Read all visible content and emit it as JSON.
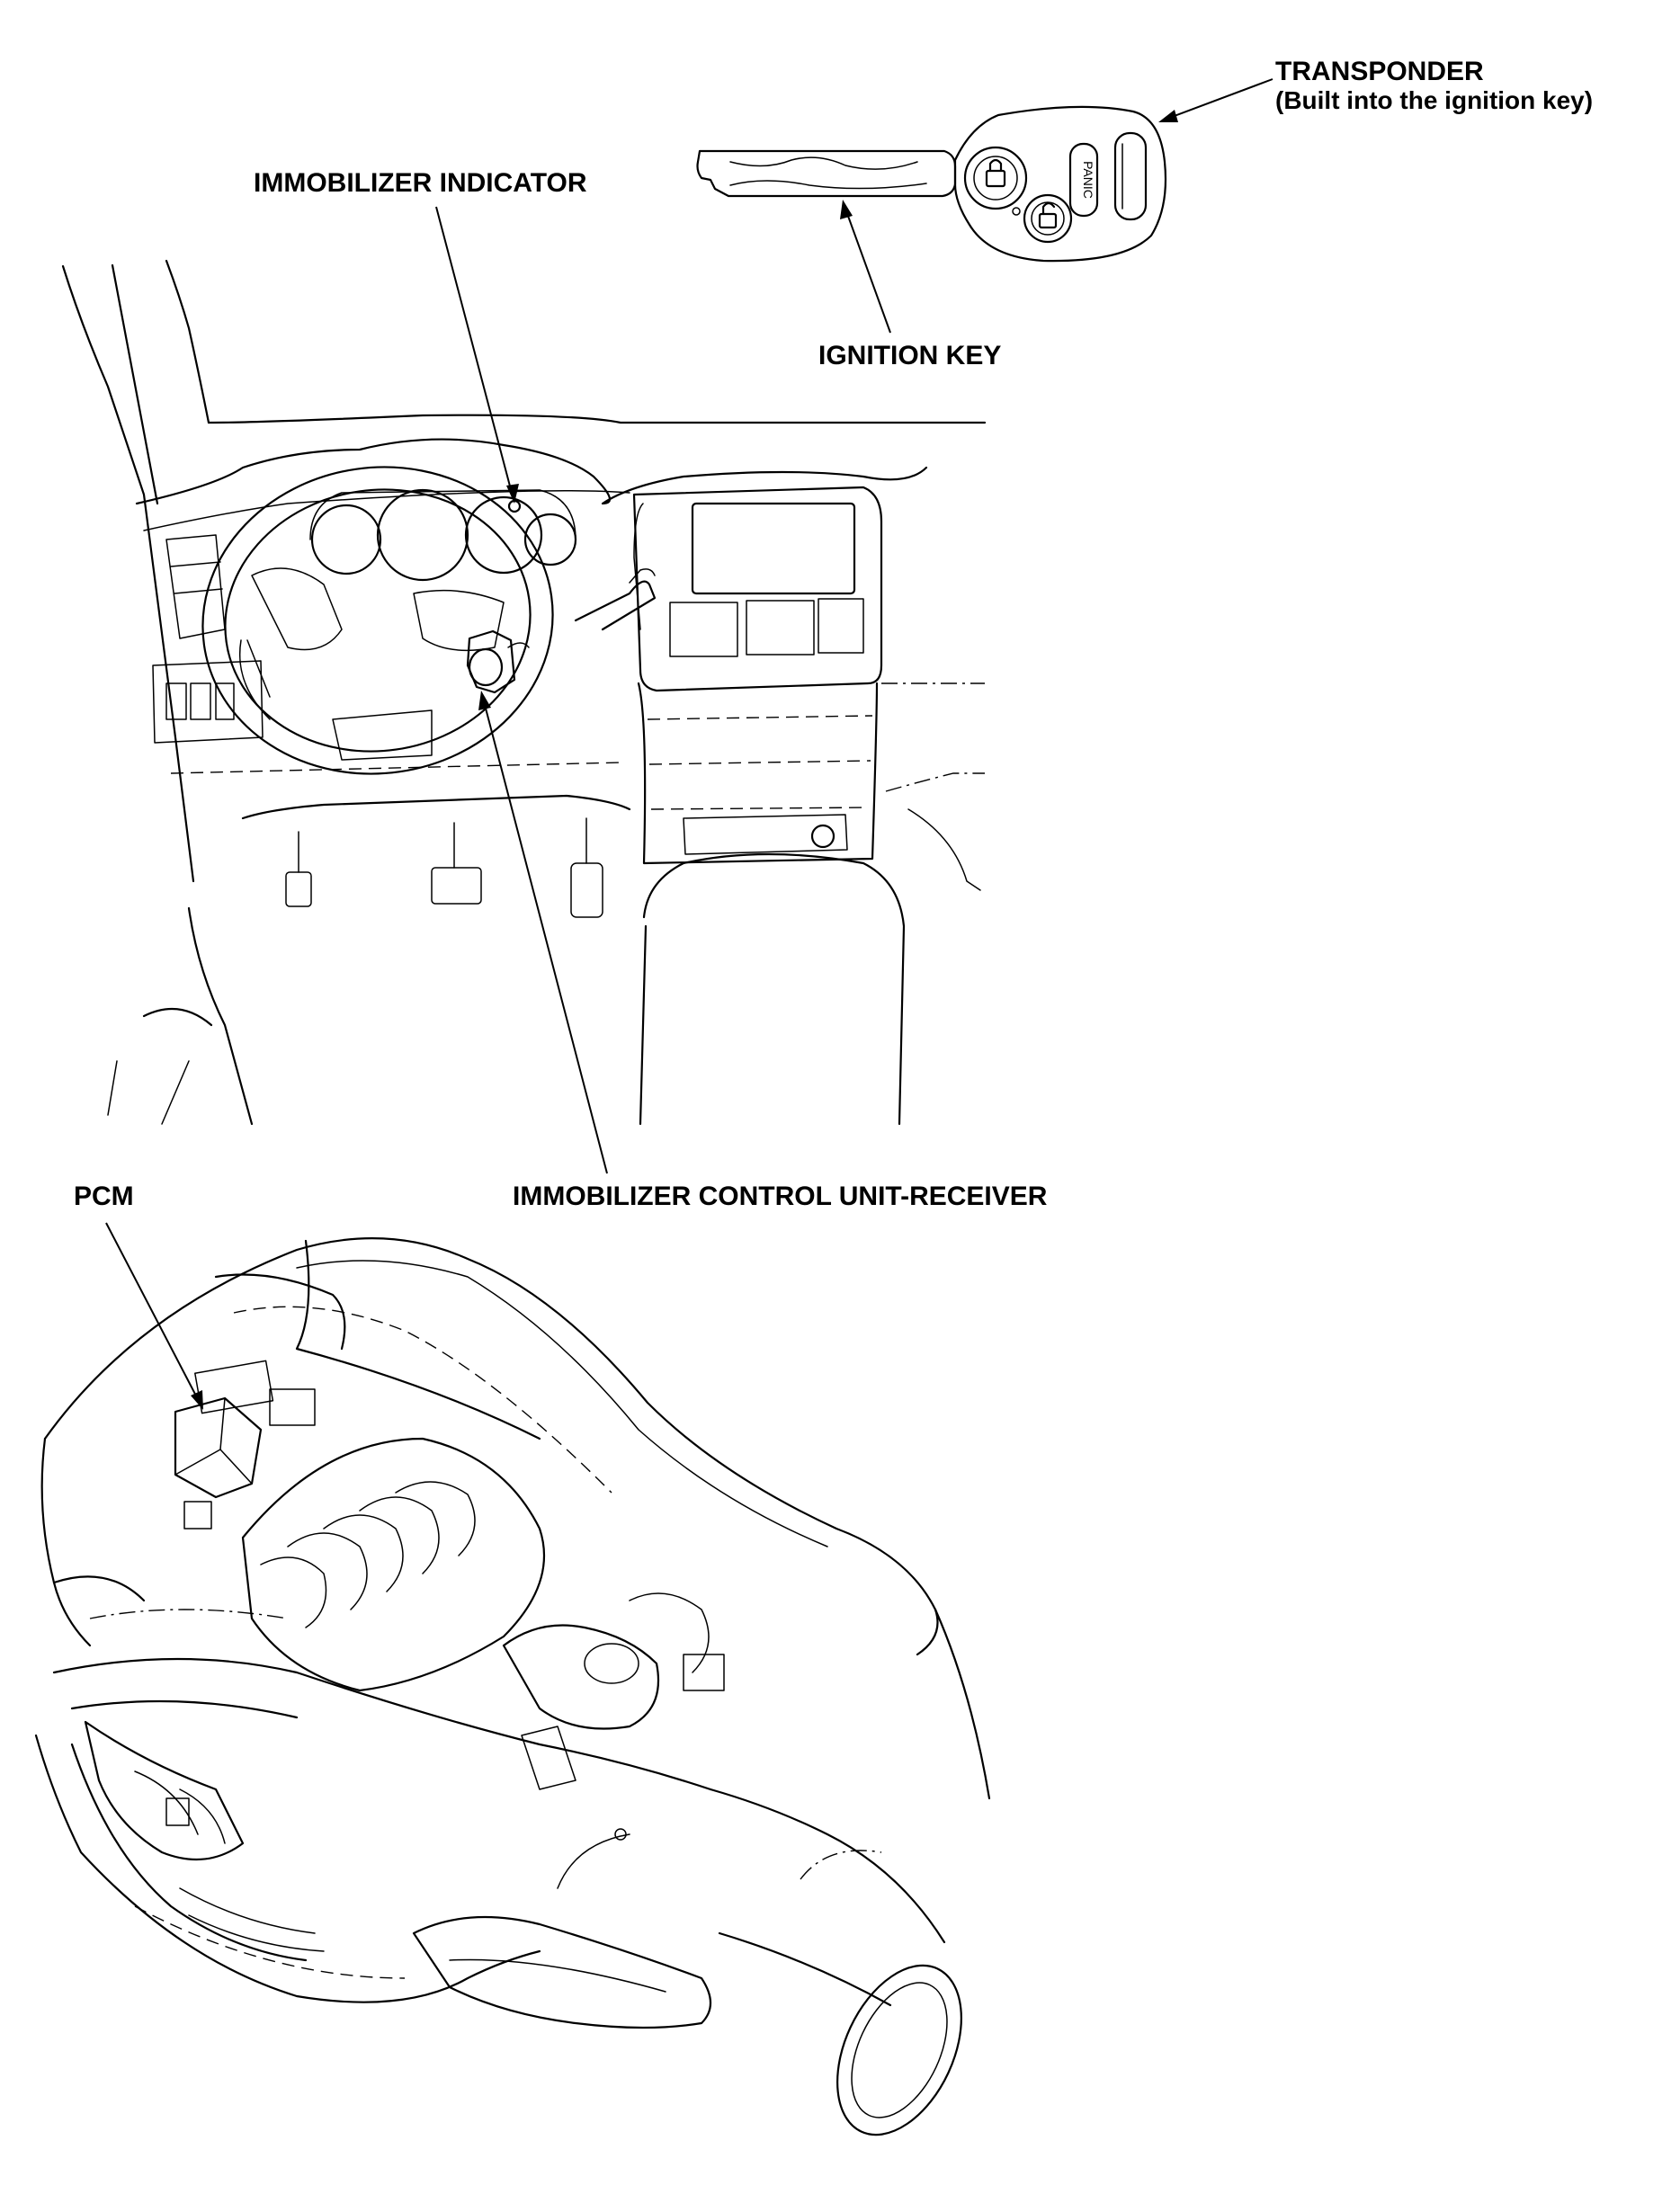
{
  "labels": {
    "transponder": "TRANSPONDER",
    "transponder_note": "(Built into the ignition key)",
    "immobilizer_indicator": "IMMOBILIZER INDICATOR",
    "ignition_key": "IGNITION KEY",
    "pcm": "PCM",
    "immobilizer_receiver": "IMMOBILIZER CONTROL UNIT-RECEIVER"
  },
  "key_fob": {
    "button_text": "PANIC"
  },
  "icons": [
    "ignition-key-drawing",
    "dashboard-drawing",
    "engine-bay-drawing",
    "lock-icon",
    "unlock-icon"
  ]
}
